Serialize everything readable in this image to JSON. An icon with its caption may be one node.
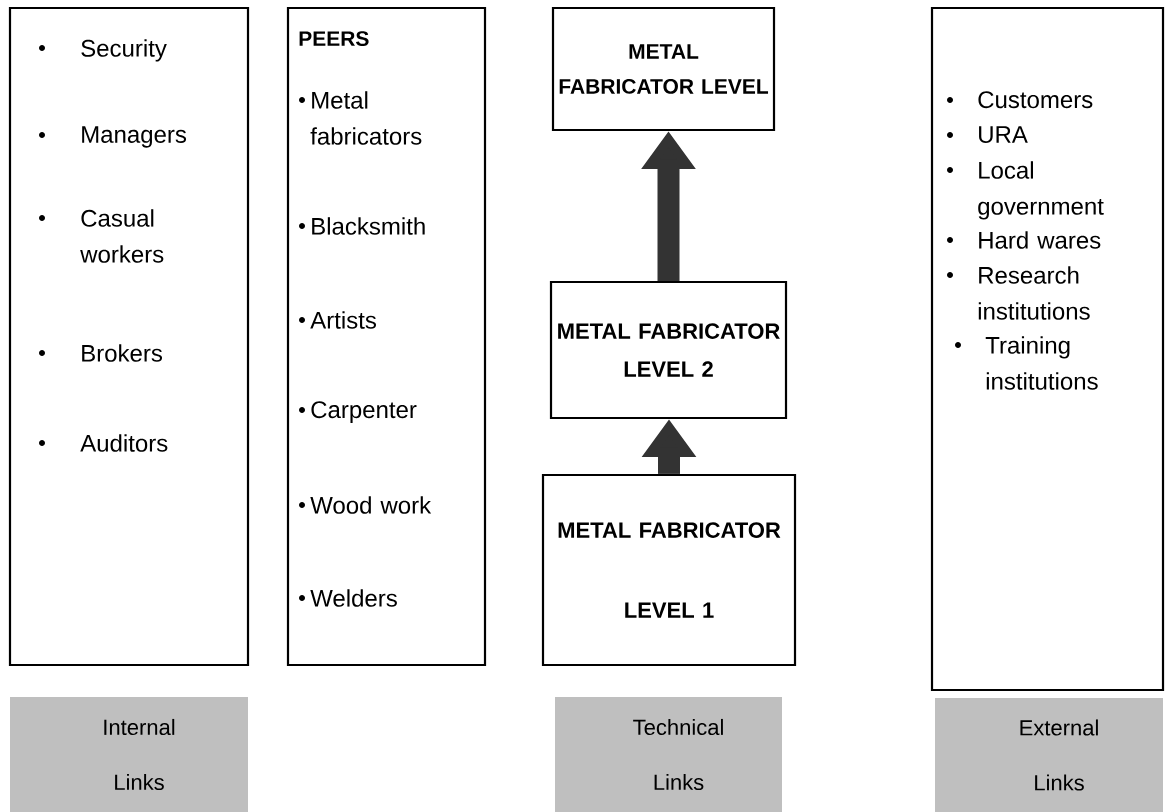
{
  "diagram": {
    "nodes": [
      {
        "text": [
          "Security",
          "Managers",
          "Casual workers",
          "Brokers",
          "Auditors"
        ]
      },
      {
        "text": [
          "PEERS",
          "Metal fabricators",
          "Blacksmith",
          "Artists",
          "Carpenter",
          "Wood work",
          "Welders"
        ]
      },
      {
        "text": [
          "METAL FABRICATOR LEVEL"
        ]
      },
      {
        "text": [
          "METAL FABRICATOR LEVEL 2"
        ]
      },
      {
        "text": [
          "METAL FABRICATOR LEVEL 1"
        ]
      },
      {
        "text": [
          "Customers",
          "URA",
          "Local government",
          "Hard wares",
          "Research institutions",
          "Training institutions"
        ]
      },
      {
        "text": [
          "Internal Links"
        ]
      },
      {
        "text": [
          "Technical Links"
        ]
      },
      {
        "text": [
          "External Links"
        ]
      }
    ],
    "edges": [
      {
        "from": 4,
        "to": 3,
        "arrow": "to"
      },
      {
        "from": 3,
        "to": 2,
        "arrow": "to"
      }
    ]
  }
}
